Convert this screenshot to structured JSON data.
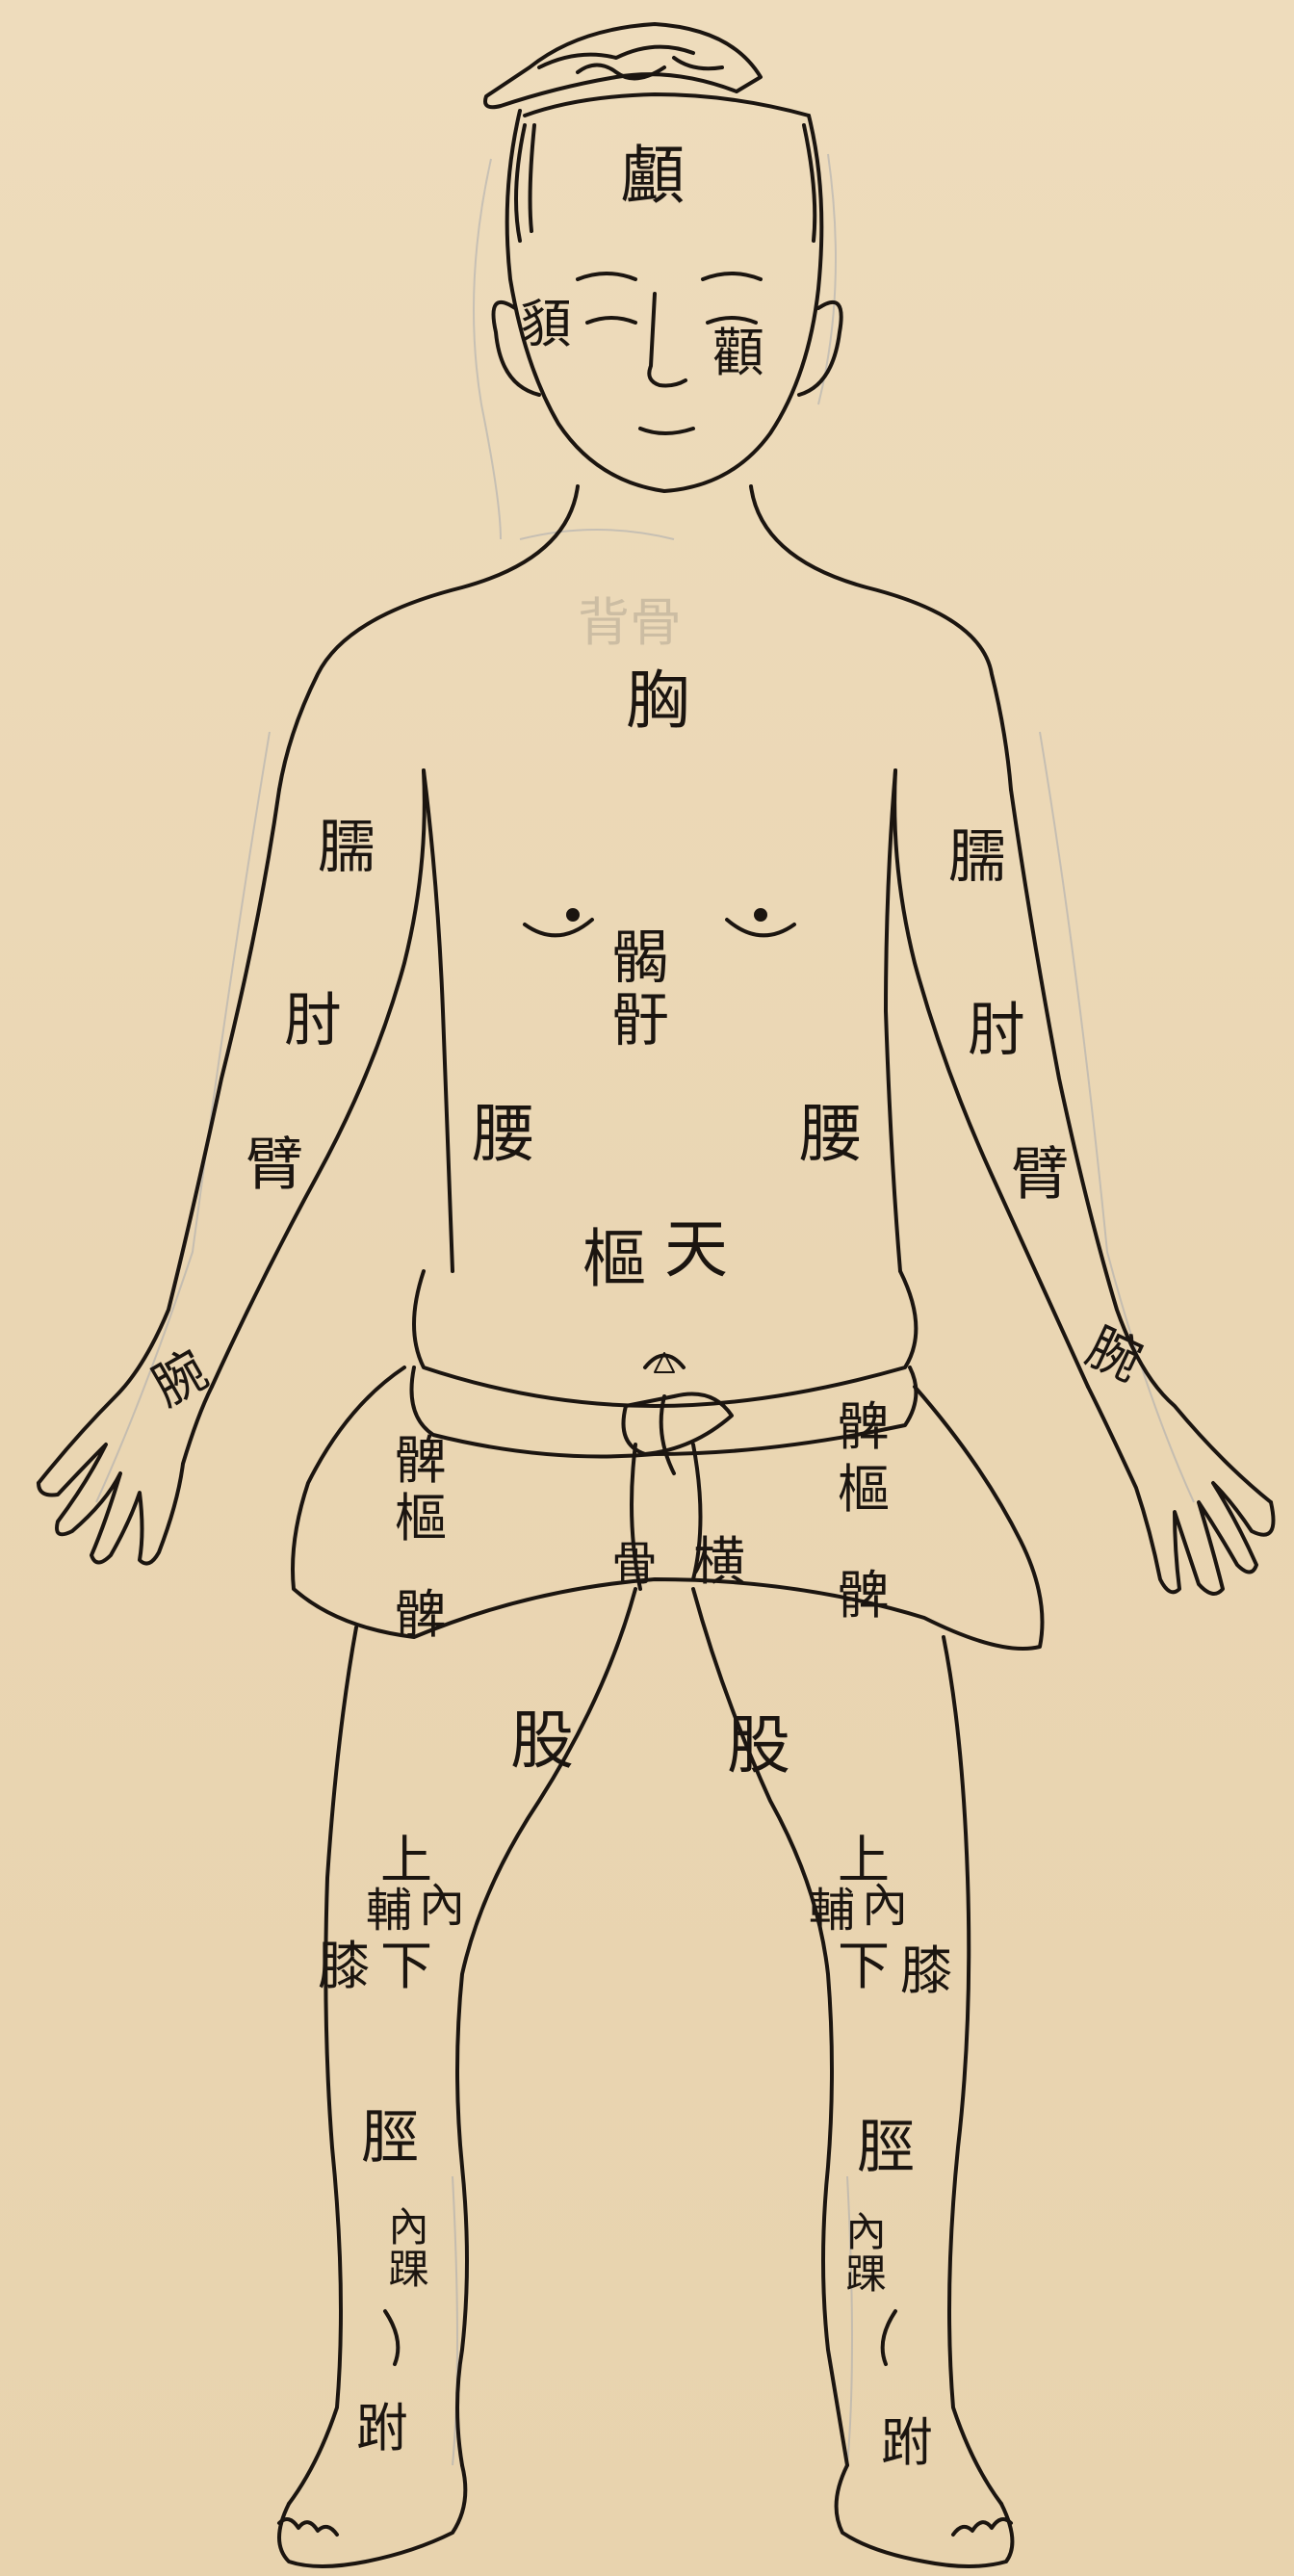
{
  "labels": {
    "head_top": "顱",
    "temple_left": "䫉",
    "cheek_right": "顴",
    "chest": "胸",
    "sternum_top": "𩩲",
    "sternum_bottom": "骬",
    "upper_arm_left": "臑",
    "upper_arm_right": "臑",
    "elbow_left": "肘",
    "elbow_right": "肘",
    "forearm_left": "臂",
    "forearm_right": "臂",
    "wrist_left": "腕",
    "wrist_right": "腕",
    "waist_left": "腰",
    "waist_right": "腰",
    "tianshu_right": "天",
    "tianshu_left": "樞",
    "hip_left_top": "髀",
    "hip_left_mid": "樞",
    "hip_left_bottom": "髀",
    "hip_right_top": "髀",
    "hip_right_mid": "樞",
    "hip_right_bottom": "髀",
    "pubic_left": "骨",
    "pubic_right": "横",
    "thigh_left": "股",
    "thigh_right": "股",
    "knee_left_upper": "上",
    "knee_left_inner": "內",
    "knee_left_fu": "輔",
    "knee_left_lower": "下",
    "knee_left_xi": "膝",
    "knee_right_upper": "上",
    "knee_right_inner": "內",
    "knee_right_fu": "輔",
    "knee_right_lower": "下",
    "knee_right_xi": "膝",
    "shin_left": "脛",
    "shin_right": "脛",
    "ankle_left": "內踝",
    "ankle_right": "內踝",
    "instep_left": "跗",
    "instep_right": "跗",
    "bleed_through": "背骨"
  },
  "colors": {
    "paper": "#ecd9b8",
    "ink": "#1b1510",
    "bleed": "#9aa0ad"
  }
}
